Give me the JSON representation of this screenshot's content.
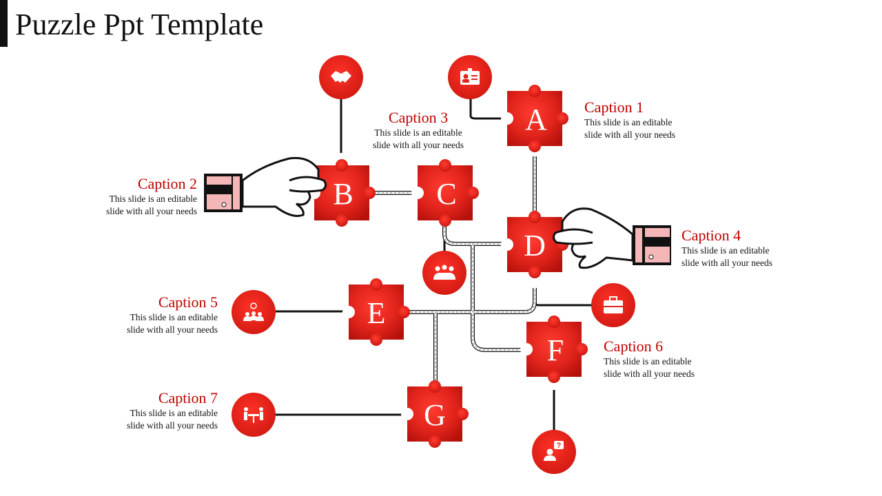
{
  "title": "Puzzle Ppt Template",
  "colors": {
    "accent": "#c00000",
    "piece": "#e0231b",
    "line": "#111111",
    "hand_cuff": "#f4b6b6"
  },
  "pieces": [
    {
      "id": "a",
      "letter": "A"
    },
    {
      "id": "b",
      "letter": "B"
    },
    {
      "id": "c",
      "letter": "C"
    },
    {
      "id": "d",
      "letter": "D"
    },
    {
      "id": "e",
      "letter": "E"
    },
    {
      "id": "f",
      "letter": "F"
    },
    {
      "id": "g",
      "letter": "G"
    }
  ],
  "captions": [
    {
      "heading": "Caption 1",
      "line1": "This slide is an editable",
      "line2": "slide with all your needs"
    },
    {
      "heading": "Caption 2",
      "line1": "This slide is an editable",
      "line2": "slide with all your needs"
    },
    {
      "heading": "Caption 3",
      "line1": "This slide is an editable",
      "line2": "slide with all your needs"
    },
    {
      "heading": "Caption 4",
      "line1": "This slide is an editable",
      "line2": "slide with all your needs"
    },
    {
      "heading": "Caption 5",
      "line1": "This slide is an editable",
      "line2": "slide with all your needs"
    },
    {
      "heading": "Caption 6",
      "line1": "This slide is an editable",
      "line2": "slide with all your needs"
    },
    {
      "heading": "Caption 7",
      "line1": "This slide is an editable",
      "line2": "slide with all your needs"
    }
  ],
  "icons": [
    "handshake-icon",
    "id-card-icon",
    "team-meeting-icon",
    "briefcase-icon",
    "idea-team-icon",
    "meeting-table-icon",
    "help-question-icon"
  ]
}
